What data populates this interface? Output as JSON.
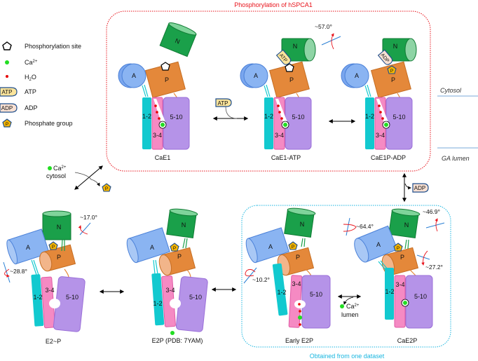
{
  "titles": {
    "phosphorylation": "Phosphorylation of hSPCA1",
    "one_dataset": "Obtained from one dataset"
  },
  "colors": {
    "red_frame": "#e8131b",
    "blue_frame": "#19b6e0",
    "domain_N": "#1aa04a",
    "domain_A": "#8ab4f2",
    "domain_P": "#e4883a",
    "tm_1_2": "#12c9cf",
    "tm_3_4": "#f58ac3",
    "tm_5_10": "#b593e8",
    "calcium": "#22dd22",
    "water": "#e60000",
    "atp_fill": "#fbe49b",
    "adp_fill": "#f9e1d3",
    "phosphate_fill": "#f4b400"
  },
  "legend": [
    {
      "icon": "pentagon-outline",
      "label": "Phosphorylation site"
    },
    {
      "icon": "green-dot",
      "label": "Ca",
      "sup": "2+"
    },
    {
      "icon": "red-dot",
      "label": "H",
      "sub": "2",
      "suffix": "O"
    },
    {
      "icon": "atp-tag",
      "tag": "ATP",
      "label": "ATP"
    },
    {
      "icon": "adp-tag",
      "tag": "ADP",
      "label": "ADP"
    },
    {
      "icon": "phosphate-pentagon",
      "tag": "P",
      "label": "Phosphate group"
    }
  ],
  "membrane": {
    "cytosol": "Cytosol",
    "lumen": "GA lumen"
  },
  "domains": {
    "N": "N",
    "A": "A",
    "P": "P",
    "tm12": "1-2",
    "tm34": "3-4",
    "tm510": "5-10"
  },
  "tags": {
    "atp": "ATP",
    "adp": "ADP",
    "p": "P"
  },
  "states": [
    {
      "name": "CaE1"
    },
    {
      "name": "CaE1-ATP",
      "angle": "~57.0°"
    },
    {
      "name": "CaE1P-ADP"
    },
    {
      "name": "E2~P",
      "angles": [
        "~17.0°",
        "~28.8°"
      ]
    },
    {
      "name": "E2P (PDB: 7YAM)"
    },
    {
      "name": "Early E2P",
      "angle": "~10.2°"
    },
    {
      "name": "CaE2P",
      "angles": [
        "~64.4°",
        "~46.9°",
        "~27.2°"
      ]
    }
  ],
  "ions": {
    "ca_cytosol": {
      "ion": "Ca",
      "sup": "2+",
      "location": "cytosol"
    },
    "ca_lumen": {
      "ion": "Ca",
      "sup": "2+",
      "location": "lumen"
    }
  }
}
